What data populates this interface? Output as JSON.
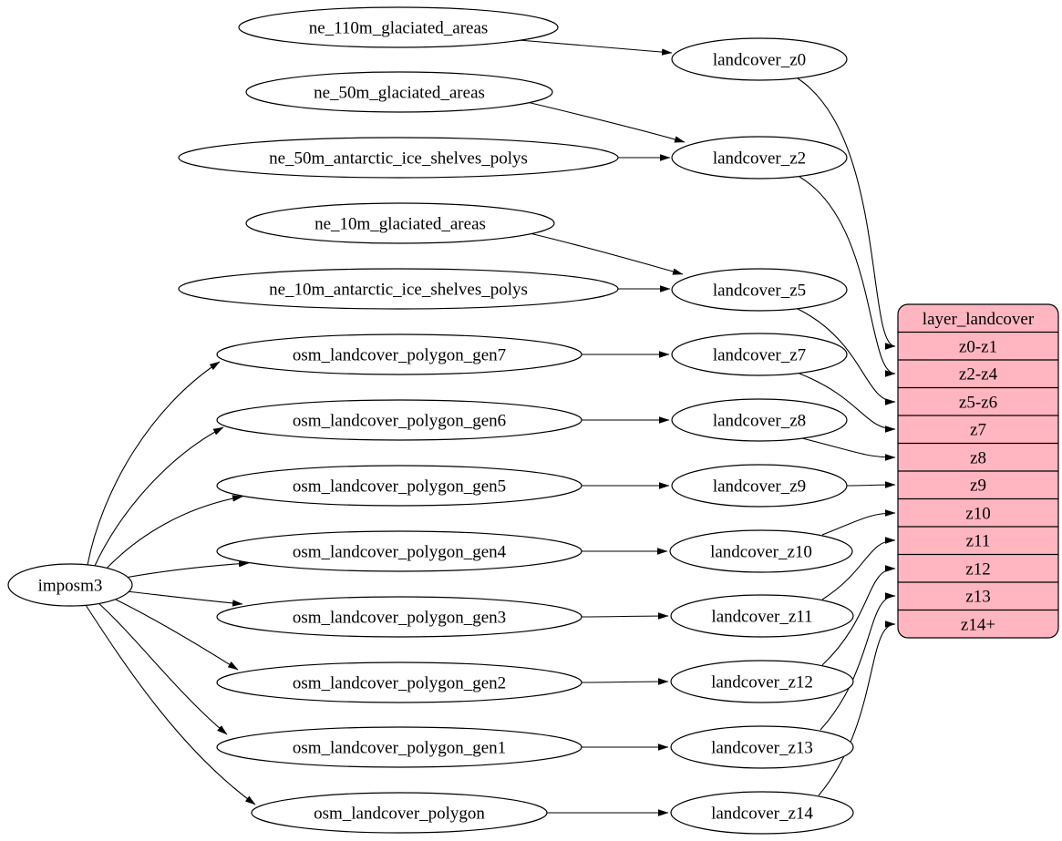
{
  "nodes": {
    "imposm3": "imposm3",
    "ne_110m_glaciated_areas": "ne_110m_glaciated_areas",
    "ne_50m_glaciated_areas": "ne_50m_glaciated_areas",
    "ne_50m_antarctic_ice_shelves_polys": "ne_50m_antarctic_ice_shelves_polys",
    "ne_10m_glaciated_areas": "ne_10m_glaciated_areas",
    "ne_10m_antarctic_ice_shelves_polys": "ne_10m_antarctic_ice_shelves_polys",
    "osm_landcover_polygon_gen7": "osm_landcover_polygon_gen7",
    "osm_landcover_polygon_gen6": "osm_landcover_polygon_gen6",
    "osm_landcover_polygon_gen5": "osm_landcover_polygon_gen5",
    "osm_landcover_polygon_gen4": "osm_landcover_polygon_gen4",
    "osm_landcover_polygon_gen3": "osm_landcover_polygon_gen3",
    "osm_landcover_polygon_gen2": "osm_landcover_polygon_gen2",
    "osm_landcover_polygon_gen1": "osm_landcover_polygon_gen1",
    "osm_landcover_polygon": "osm_landcover_polygon",
    "landcover_z0": "landcover_z0",
    "landcover_z2": "landcover_z2",
    "landcover_z5": "landcover_z5",
    "landcover_z7": "landcover_z7",
    "landcover_z8": "landcover_z8",
    "landcover_z9": "landcover_z9",
    "landcover_z10": "landcover_z10",
    "landcover_z11": "landcover_z11",
    "landcover_z12": "landcover_z12",
    "landcover_z13": "landcover_z13",
    "landcover_z14": "landcover_z14"
  },
  "table": {
    "title": "layer_landcover",
    "fill": "#ffb6c1",
    "rows": [
      "z0-z1",
      "z2-z4",
      "z5-z6",
      "z7",
      "z8",
      "z9",
      "z10",
      "z11",
      "z12",
      "z13",
      "z14+"
    ]
  },
  "edges": [
    {
      "from": "ne_110m_glaciated_areas",
      "to": "landcover_z0"
    },
    {
      "from": "ne_50m_glaciated_areas",
      "to": "landcover_z2"
    },
    {
      "from": "ne_50m_antarctic_ice_shelves_polys",
      "to": "landcover_z2"
    },
    {
      "from": "ne_10m_glaciated_areas",
      "to": "landcover_z5"
    },
    {
      "from": "ne_10m_antarctic_ice_shelves_polys",
      "to": "landcover_z5"
    },
    {
      "from": "imposm3",
      "to": "osm_landcover_polygon_gen7"
    },
    {
      "from": "imposm3",
      "to": "osm_landcover_polygon_gen6"
    },
    {
      "from": "imposm3",
      "to": "osm_landcover_polygon_gen5"
    },
    {
      "from": "imposm3",
      "to": "osm_landcover_polygon_gen4"
    },
    {
      "from": "imposm3",
      "to": "osm_landcover_polygon_gen3"
    },
    {
      "from": "imposm3",
      "to": "osm_landcover_polygon_gen2"
    },
    {
      "from": "imposm3",
      "to": "osm_landcover_polygon_gen1"
    },
    {
      "from": "imposm3",
      "to": "osm_landcover_polygon"
    },
    {
      "from": "osm_landcover_polygon_gen7",
      "to": "landcover_z7"
    },
    {
      "from": "osm_landcover_polygon_gen6",
      "to": "landcover_z8"
    },
    {
      "from": "osm_landcover_polygon_gen5",
      "to": "landcover_z9"
    },
    {
      "from": "osm_landcover_polygon_gen4",
      "to": "landcover_z10"
    },
    {
      "from": "osm_landcover_polygon_gen3",
      "to": "landcover_z11"
    },
    {
      "from": "osm_landcover_polygon_gen2",
      "to": "landcover_z12"
    },
    {
      "from": "osm_landcover_polygon_gen1",
      "to": "landcover_z13"
    },
    {
      "from": "osm_landcover_polygon",
      "to": "landcover_z14"
    },
    {
      "from": "landcover_z0",
      "to": "layer_landcover:z0-z1"
    },
    {
      "from": "landcover_z2",
      "to": "layer_landcover:z2-z4"
    },
    {
      "from": "landcover_z5",
      "to": "layer_landcover:z5-z6"
    },
    {
      "from": "landcover_z7",
      "to": "layer_landcover:z7"
    },
    {
      "from": "landcover_z8",
      "to": "layer_landcover:z8"
    },
    {
      "from": "landcover_z9",
      "to": "layer_landcover:z9"
    },
    {
      "from": "landcover_z10",
      "to": "layer_landcover:z10"
    },
    {
      "from": "landcover_z11",
      "to": "layer_landcover:z11"
    },
    {
      "from": "landcover_z12",
      "to": "layer_landcover:z12"
    },
    {
      "from": "landcover_z13",
      "to": "layer_landcover:z13"
    },
    {
      "from": "landcover_z14",
      "to": "layer_landcover:z14+"
    }
  ],
  "colors": {
    "background": "#ffffff",
    "node_fill": "#ffffff",
    "edge_stroke": "#000000",
    "text": "#000000",
    "table_fill": "#ffb6c1"
  }
}
